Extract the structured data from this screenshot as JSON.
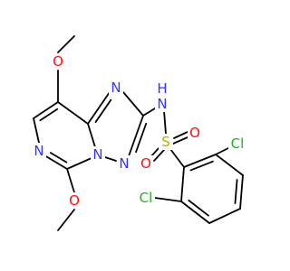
{
  "colors": {
    "carbon": "#000000",
    "nitrogen": "#3333ff",
    "oxygen": "#ff0d0d",
    "sulfur": "#b2b200",
    "chlorine": "#1fb11f"
  },
  "atoms": {
    "o_top": "O",
    "n_bridge": "N",
    "n_tri_top": "N",
    "n_tri_bottom": "N",
    "n_pyr": "N",
    "o_bottom": "O",
    "nh": "N",
    "nh_h": "H",
    "s": "S",
    "o_s_right": "O",
    "o_s_left": "O",
    "cl_right": "Cl",
    "cl_left": "Cl"
  }
}
